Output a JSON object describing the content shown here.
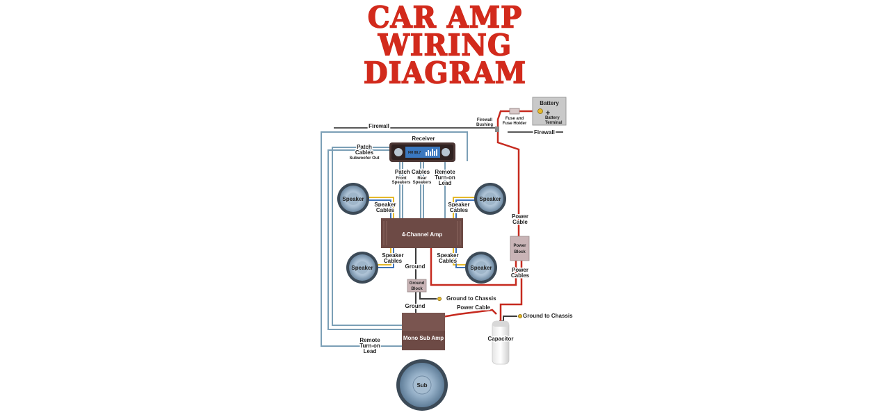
{
  "title": {
    "line1": "CAR AMP",
    "line2": "WIRING",
    "line3": "DIAGRAM"
  },
  "colors": {
    "title": "#d22a1c",
    "power_cable": "#c62a1f",
    "ground_cable": "#3a3a3a",
    "signal_cable": "#7b9fb6",
    "speaker_wire_yellow": "#e5b92a",
    "speaker_wire_blue": "#3f73b8",
    "amp_body": "#6d4a45",
    "block_body": "#c9b4b6"
  },
  "labels": {
    "firewall_left": "Firewall",
    "firewall_right": "Firewall",
    "firewall_bushing_1": "Firewall",
    "firewall_bushing_2": "Bushing",
    "fuse_1": "Fuse and",
    "fuse_2": "Fuse Holder",
    "battery": "Battery",
    "battery_plus": "+",
    "battery_terminal_1": "Battery",
    "battery_terminal_2": "Terminal",
    "receiver": "Receiver",
    "receiver_display": "FM 88.7",
    "patch_left_1": "Patch",
    "patch_left_2": "Cables",
    "subwoofer_out": "Subwoofer Out",
    "patch_cables": "Patch Cables",
    "front_speakers_1": "Front",
    "front_speakers_2": "Speakers",
    "rear_speakers_1": "Rear",
    "rear_speakers_2": "Speakers",
    "remote_1": "Remote",
    "remote_2": "Turn-on",
    "remote_3": "Lead",
    "speaker_tl": "Speaker",
    "speaker_tr": "Speaker",
    "speaker_bl": "Speaker",
    "speaker_br": "Speaker",
    "speaker_cables_1": "Speaker",
    "speaker_cables_2": "Cables",
    "amp4": "4-Channel Amp",
    "power_cable_1": "Power",
    "power_cable_2": "Cable",
    "power_block_1": "Power",
    "power_block_2": "Block",
    "power_cables_1": "Power",
    "power_cables_2": "Cables",
    "ground": "Ground",
    "ground_block_1": "Ground",
    "ground_block_2": "Block",
    "ground_to_chassis": "Ground to Chassis",
    "power_cable_h": "Power Cable",
    "capacitor": "Capacitor",
    "mono_amp": "Mono Sub Amp",
    "sub": "Sub"
  }
}
